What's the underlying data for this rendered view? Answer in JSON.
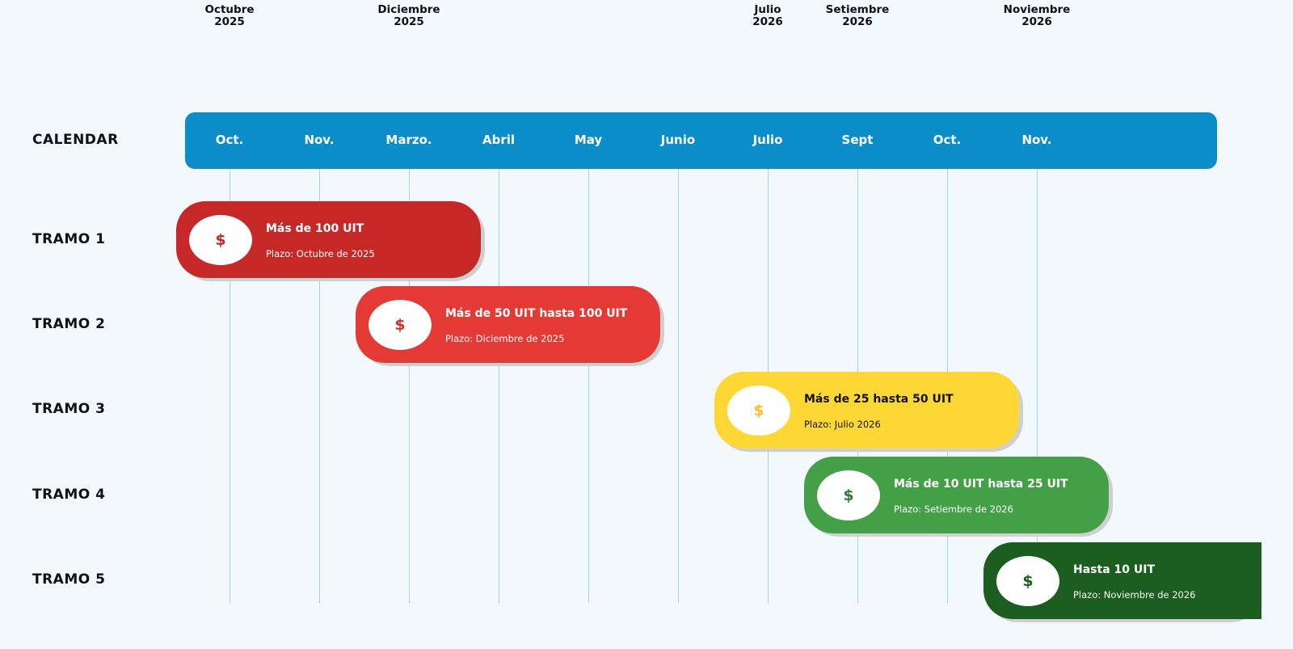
{
  "milestones": [
    {
      "line1": "Octubre",
      "line2": "2025"
    },
    {
      "line1": "Diciembre",
      "line2": "2025"
    },
    {
      "line1": "Julio",
      "line2": "2026"
    },
    {
      "line1": "Setiembre",
      "line2": "2026"
    },
    {
      "line1": "Noviembre",
      "line2": "2026"
    }
  ],
  "calendar": {
    "label": "CALENDAR",
    "months": [
      "Oct.",
      "Nov.",
      "Marzo.",
      "Abril",
      "May",
      "Junio",
      "Julio",
      "Sept",
      "Oct.",
      "Nov."
    ],
    "bar_color": "#0a8dc9"
  },
  "tramos": [
    {
      "label": "TRAMO 1",
      "icon": "dollar-icon",
      "symbol": "$",
      "title": "Más de 100 UIT",
      "subtitle": "Plazo: Octubre de 2025",
      "color": "#c62828",
      "text_color": "#ffffff",
      "symbol_color": "#c62828"
    },
    {
      "label": "TRAMO 2",
      "icon": "dollar-icon",
      "symbol": "$",
      "title": "Más de 50 UIT hasta 100 UIT",
      "subtitle": "Plazo: Diciembre de 2025",
      "color": "#e53935",
      "text_color": "#ffffff",
      "symbol_color": "#d32f2f"
    },
    {
      "label": "TRAMO 3",
      "icon": "dollar-icon",
      "symbol": "$",
      "title": "Más de 25 hasta 50 UIT",
      "subtitle": "Plazo: Julio 2026",
      "color": "#fdd835",
      "text_color": "#111111",
      "symbol_color": "#fbc02d"
    },
    {
      "label": "TRAMO 4",
      "icon": "dollar-icon",
      "symbol": "$",
      "title": "Más de 10 UIT hasta 25 UIT",
      "subtitle": "Plazo: Setiembre de 2026",
      "color": "#43a047",
      "text_color": "#ffffff",
      "symbol_color": "#2e7d32"
    },
    {
      "label": "TRAMO 5",
      "icon": "dollar-icon",
      "symbol": "$",
      "title": "Hasta 10 UIT",
      "subtitle": "Plazo: Noviembre de 2026",
      "color": "#1b5e20",
      "text_color": "#ffffff",
      "symbol_color": "#1b5e20"
    }
  ]
}
